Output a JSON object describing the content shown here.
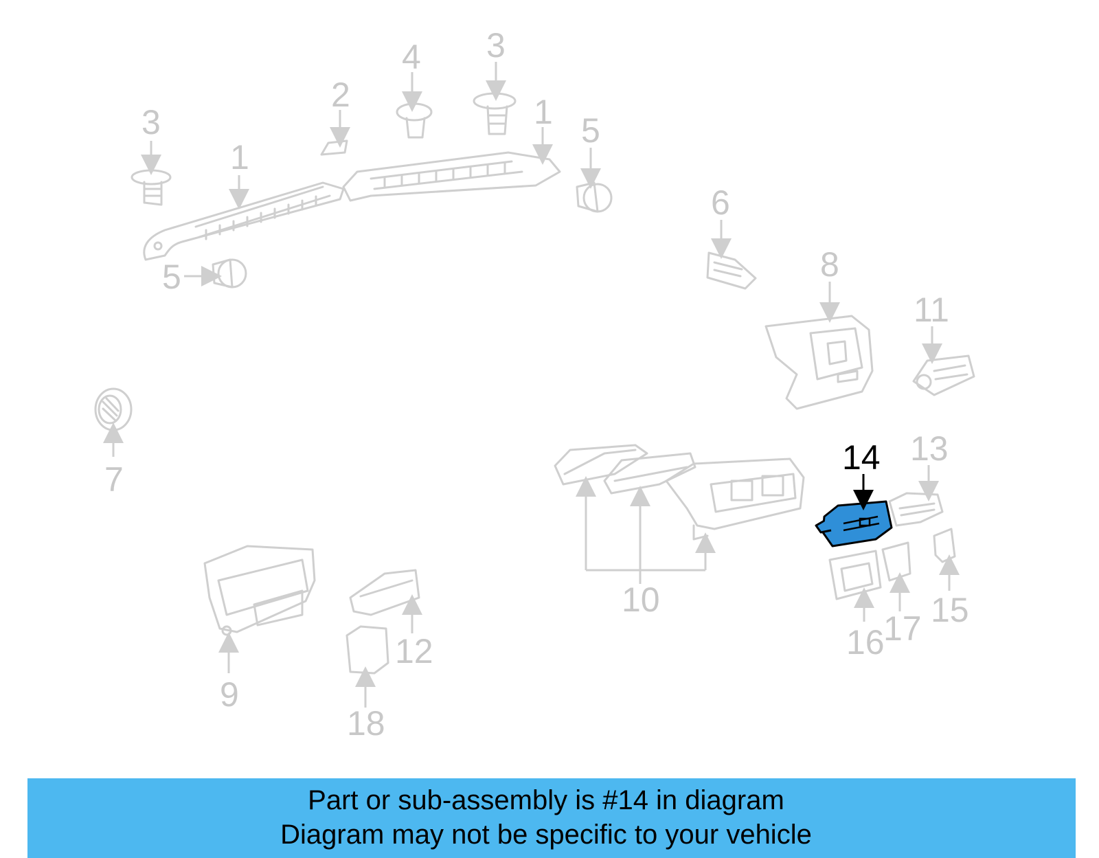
{
  "callouts": {
    "c1a": "1",
    "c1b": "1",
    "c2": "2",
    "c3a": "3",
    "c3b": "3",
    "c4": "4",
    "c5a": "5",
    "c5b": "5",
    "c6": "6",
    "c7": "7",
    "c8": "8",
    "c9": "9",
    "c10": "10",
    "c11": "11",
    "c12": "12",
    "c13": "13",
    "c14": "14",
    "c15": "15",
    "c16": "16",
    "c17": "17",
    "c18": "18"
  },
  "highlight": {
    "part": "14",
    "color": "#2f8fd8"
  },
  "banner": {
    "line1": "Part or sub-assembly is #14 in diagram",
    "line2": "Diagram may not be specific to your vehicle",
    "color": "#4db8f0"
  }
}
